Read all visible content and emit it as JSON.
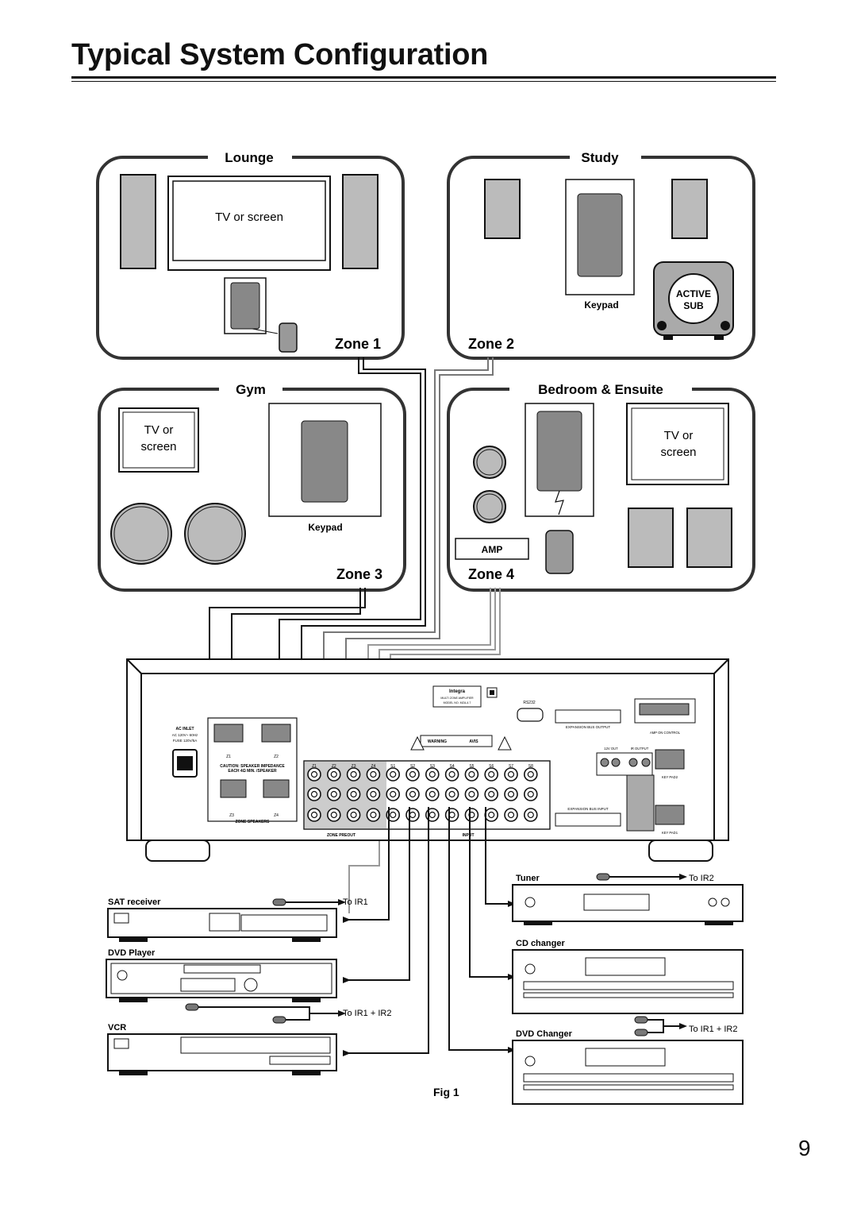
{
  "page": {
    "title": "Typical System Configuration",
    "number": "9"
  },
  "rooms": {
    "lounge": {
      "name": "Lounge",
      "zone": "Zone 1",
      "screen": "TV or screen"
    },
    "study": {
      "name": "Study",
      "zone": "Zone 2",
      "keypad": "Keypad",
      "sub_line1": "ACTIVE",
      "sub_line2": "SUB"
    },
    "gym": {
      "name": "Gym",
      "zone": "Zone 3",
      "screen_line1": "TV or",
      "screen_line2": "screen",
      "keypad": "Keypad"
    },
    "bedroom": {
      "name": "Bedroom & Ensuite",
      "zone": "Zone 4",
      "screen_line1": "TV or",
      "screen_line2": "screen",
      "amp": "AMP"
    }
  },
  "amplifier": {
    "brand": "Integra",
    "model_line1": "MULTI ZONE AMPLIFIER",
    "model_line2": "MODEL NO. MZA-4.7",
    "rs232": "RS232",
    "expansion_out": "EXPANSION BUS OUTPUT",
    "expansion_in": "EXPANSION BUS INPUT",
    "ac_inlet": "AC INLET",
    "ac_spec": "AC 120V~ 60Hz",
    "fuse": "FUSE 120V/5A",
    "warning": "WARNING",
    "avis": "AVIS",
    "caution_line1": "CAUTION: SPEAKER IMPEDANCE",
    "caution_line2": "EACH 4Ω MIN. /SPEAKER",
    "zone_speakers": "ZONE SPEAKERS",
    "zone_preout": "ZONE PREOUT",
    "input": "INPUT",
    "amp_on_control": "AMP ON CONTROL",
    "ir_output": "IR OUTPUT",
    "key_pad2": "KEY PAD2",
    "key_pad1": "KEY PAD1",
    "twelve_v_out": "12V OUT",
    "zone_labels": [
      "Z1",
      "Z2",
      "Z3",
      "Z4"
    ],
    "source_labels": [
      "S1",
      "S2",
      "S3",
      "S4",
      "S5",
      "S6",
      "S7",
      "S8"
    ]
  },
  "sources_left": {
    "sat": "SAT receiver",
    "dvd": "DVD Player",
    "vcr": "VCR",
    "to_ir1": "To IR1",
    "to_ir1_ir2": "To IR1 + IR2"
  },
  "sources_right": {
    "tuner": "Tuner",
    "cd": "CD changer",
    "dvdc": "DVD Changer",
    "to_ir2": "To IR2",
    "to_ir1_ir2": "To IR1 + IR2"
  },
  "figure": {
    "caption": "Fig 1"
  }
}
